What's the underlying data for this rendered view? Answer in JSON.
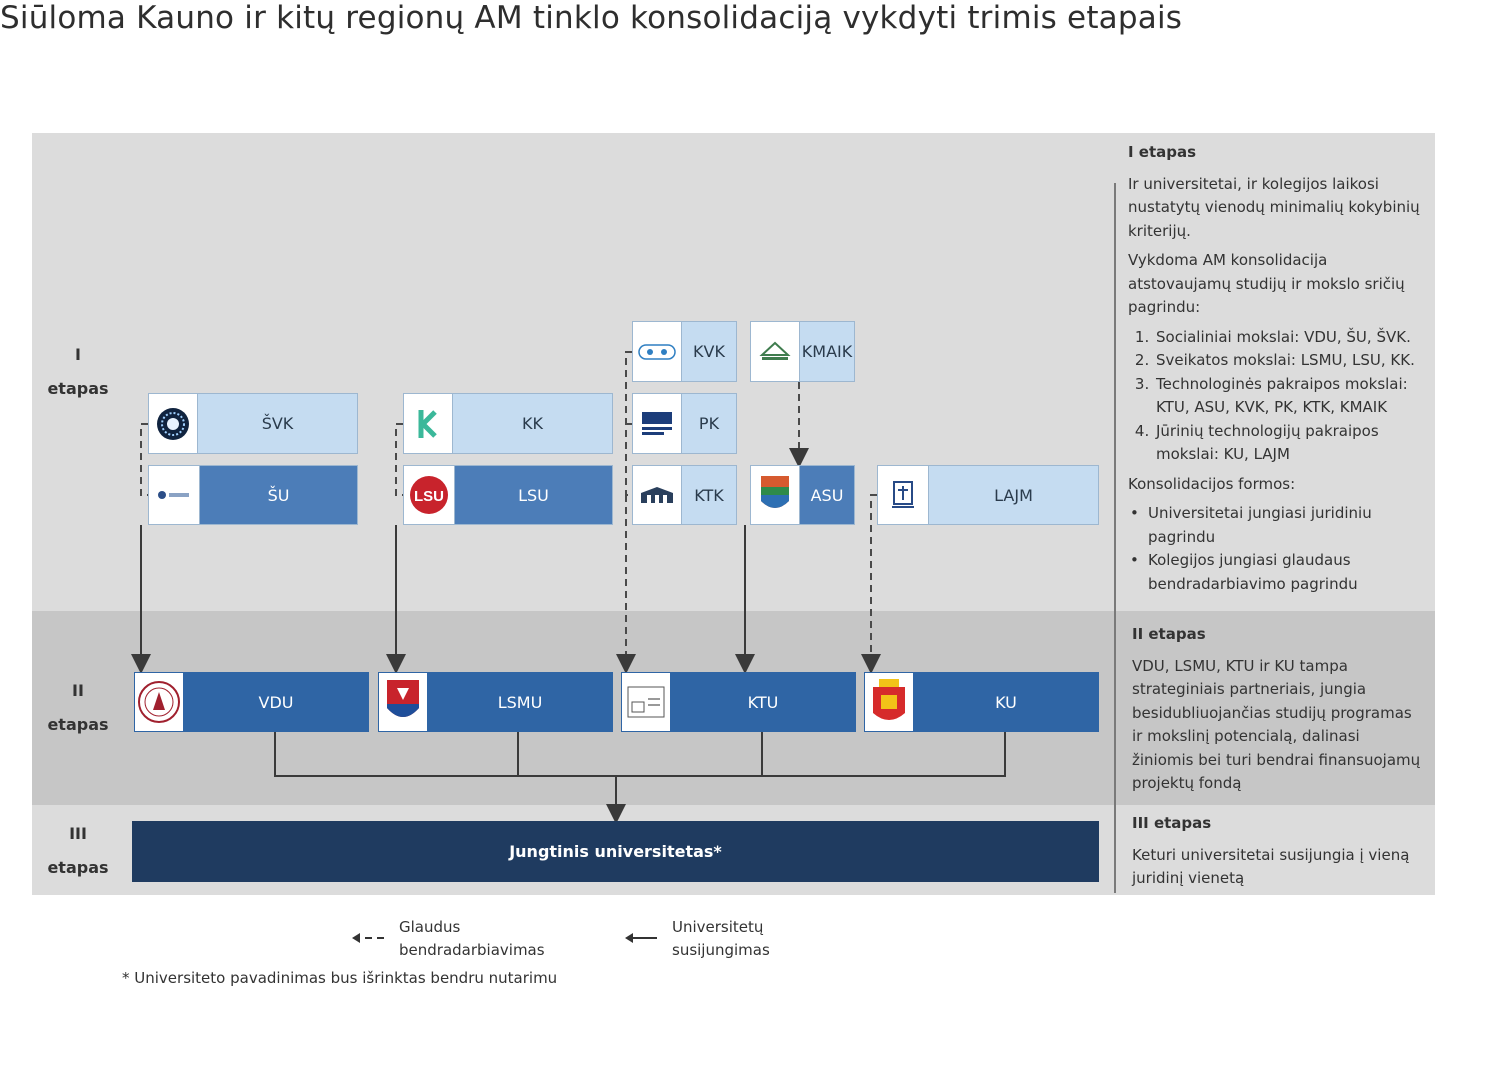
{
  "title": "Siūloma Kauno ir kitų regionų AM tinklo konsolidaciją vykdyti trimis etapais",
  "rows": {
    "stage1": {
      "roman": "I",
      "word": "etapas"
    },
    "stage2": {
      "roman": "II",
      "word": "etapas"
    },
    "stage3": {
      "roman": "III",
      "word": "etapas"
    }
  },
  "stage1_boxes": {
    "svk": "ŠVK",
    "su": "ŠU",
    "kk": "KK",
    "lsu": "LSU",
    "kvk": "KVK",
    "pk": "PK",
    "ktk": "KTK",
    "kmaik": "KMAIK",
    "asu": "ASU",
    "lajm": "LAJM"
  },
  "stage2_boxes": {
    "vdu": "VDU",
    "lsmu": "LSMU",
    "ktu": "KTU",
    "ku": "KU"
  },
  "joint_university": "Jungtinis universitetas*",
  "side_panel": {
    "stage1": {
      "heading": "I etapas",
      "para1": "Ir universitetai, ir kolegijos laikosi nustatytų vienodų minimalių kokybinių kriterijų.",
      "para2": "Vykdoma AM konsolidacija atstovaujamų studijų ir mokslo sričių pagrindu:",
      "list": [
        "Socialiniai mokslai: VDU, ŠU, ŠVK.",
        "Sveikatos mokslai: LSMU, LSU, KK.",
        "Technologinės pakraipos mokslai: KTU, ASU, KVK, PK, KTK, KMAIK",
        "Jūrinių technologijų pakraipos mokslai: KU, LAJM"
      ],
      "forms_heading": "Konsolidacijos formos:",
      "forms": [
        "Universitetai jungiasi juridiniu pagrindu",
        "Kolegijos jungiasi glaudaus bendradarbiavimo pagrindu"
      ]
    },
    "stage2": {
      "heading": "II etapas",
      "text": "VDU, LSMU, KTU ir KU tampa strateginiais partneriais, jungia besidubliuojančias studijų programas ir mokslinį potencialą, dalinasi žiniomis bei turi bendrai finansuojamų projektų fondą"
    },
    "stage3": {
      "heading": "III etapas",
      "text": "Keturi universitetai susijungia į vieną juridinį vienetą"
    }
  },
  "legend": {
    "dashed": "Glaudus bendradarbiavimas",
    "solid": "Universitetų susijungimas"
  },
  "footnote": "* Universiteto pavadinimas bus išrinktas bendru nutarimu",
  "colors": {
    "light_box": "#c5dcf1",
    "mid_box": "#4c7db8",
    "stage2_box": "#2f65a5",
    "joint_box": "#1f3b60",
    "band_light": "#dcdcdc",
    "band_dark": "#c6c6c6"
  }
}
